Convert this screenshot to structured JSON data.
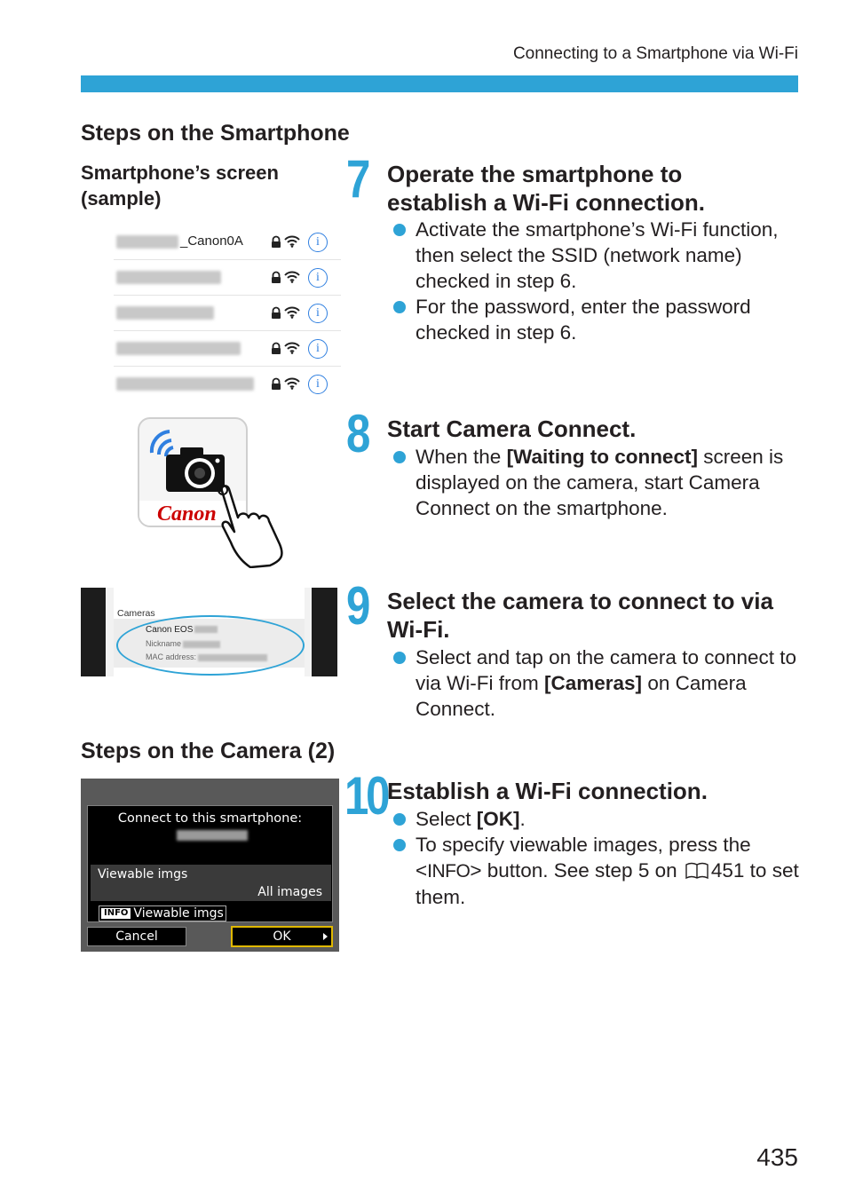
{
  "header": {
    "title": "Connecting to a Smartphone via Wi-Fi"
  },
  "sections": {
    "smartphone": "Steps on the Smartphone",
    "screen_caption": "Smartphone’s screen (sample)",
    "camera": "Steps on the Camera (2)"
  },
  "wifi_list": {
    "visible_ssid_suffix": "_Canon0A",
    "row_count": 5,
    "info_glyph": "i"
  },
  "app_icon": {
    "brand": "Canon"
  },
  "cameras_screen": {
    "label": "Cameras",
    "camera_name": "Canon EOS",
    "nickname_label": "Nickname",
    "mac_label": "MAC address:"
  },
  "camera_lcd": {
    "title": "Connect to this smartphone:",
    "row_label": "Viewable imgs",
    "row_value": "All images",
    "info_badge": "INFO",
    "info_label": "Viewable imgs",
    "cancel": "Cancel",
    "ok": "OK"
  },
  "steps": [
    {
      "number": "7",
      "title_line1": "Operate the smartphone to",
      "title_line2": "establish a Wi-Fi connection.",
      "bullet1": "Activate the smartphone’s Wi-Fi function, then select the SSID (network name) checked in step 6.",
      "bullet2": "For the password, enter the password checked in step 6."
    },
    {
      "number": "8",
      "title": "Start Camera Connect.",
      "b1_pre": "When the ",
      "b1_bold": "[Waiting to connect]",
      "b1_post": " screen is displayed on the camera, start Camera Connect on the smartphone."
    },
    {
      "number": "9",
      "title_line1": "Select the camera to connect to via",
      "title_line2": "Wi-Fi.",
      "b1_pre": "Select and tap on the camera to connect to via Wi-Fi from ",
      "b1_bold": "[Cameras]",
      "b1_post": " on Camera Connect."
    },
    {
      "number": "10",
      "title": "Establish a Wi-Fi connection.",
      "b1_pre": "Select ",
      "b1_bold": "[OK]",
      "b1_post": ".",
      "b2_pre": "To specify viewable images, press the <",
      "b2_info": "INFO",
      "b2_mid": "> button. See step 5 on ",
      "b2_page": "451",
      "b2_post": " to set them."
    }
  ],
  "page_number": "435",
  "colors": {
    "accent": "#2ea3d6",
    "ok_border": "#e0b800",
    "canon_red": "#cc0000"
  }
}
